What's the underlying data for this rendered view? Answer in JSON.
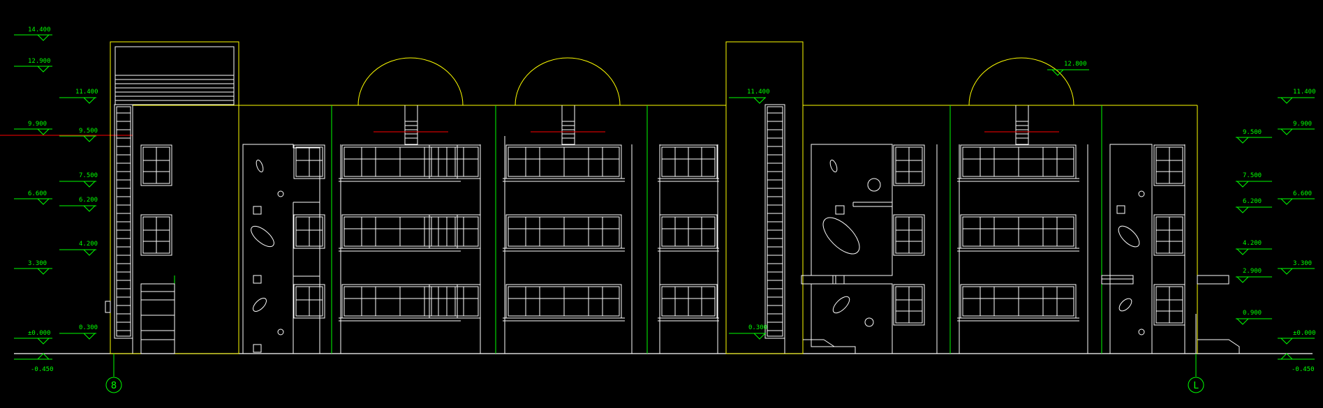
{
  "drawing": {
    "colors": {
      "background": "#000000",
      "outline": "#ffffff",
      "envelope": "#ffff00",
      "annotation": "#00ff00",
      "section_marker": "#ff0000"
    },
    "grid_labels": {
      "left": "8",
      "right": "L"
    },
    "levels": {
      "14400": "14.400",
      "12900": "12.900",
      "12800": "12.800",
      "11400": "11.400",
      "9900": "9.900",
      "9500": "9.500",
      "7500": "7.500",
      "6600": "6.600",
      "6200": "6.200",
      "4200": "4.200",
      "3300": "3.300",
      "2900": "2.900",
      "900": "0.900",
      "300": "0.300",
      "0": "±0.000",
      "neg450": "-0.450"
    }
  }
}
